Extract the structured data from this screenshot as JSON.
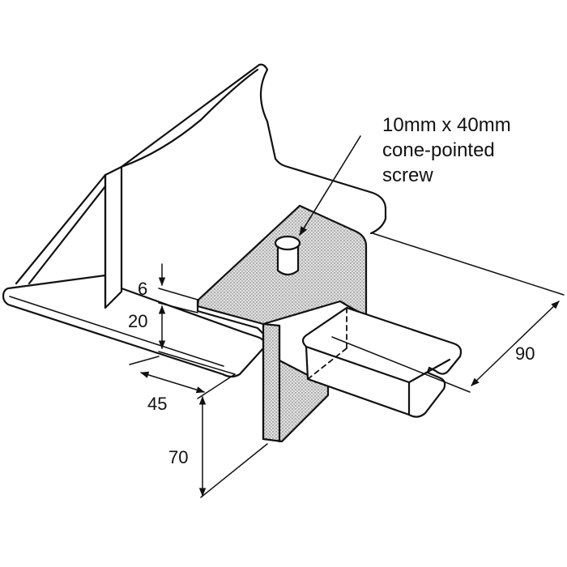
{
  "callout": {
    "line1": "10mm x 40mm",
    "line2": "cone-pointed",
    "line3": "screw"
  },
  "dimensions": {
    "d6": "6",
    "d20": "20",
    "d45": "45",
    "d70": "70",
    "d90": "90"
  },
  "colors": {
    "stroke": "#111111",
    "fill_plate": "#d9d9d9",
    "background": "#ffffff"
  }
}
